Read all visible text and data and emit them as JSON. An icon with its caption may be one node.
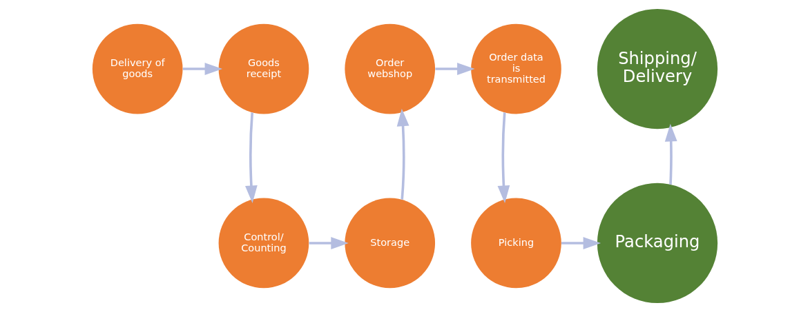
{
  "diagram": {
    "nodes": [
      {
        "text": [
          "Delivery of goods"
        ]
      },
      {
        "text": [
          "Goods receipt"
        ]
      },
      {
        "text": [
          "Control/ Counting"
        ]
      },
      {
        "text": [
          "Storage"
        ]
      },
      {
        "text": [
          "Order webshop"
        ]
      },
      {
        "text": [
          "Order data is transmitted"
        ]
      },
      {
        "text": [
          "Picking"
        ]
      },
      {
        "text": [
          "Packaging"
        ]
      },
      {
        "text": [
          "Shipping/ Delivery"
        ]
      }
    ],
    "edges": [
      {
        "from": 0,
        "to": 1,
        "arrow": "to"
      },
      {
        "from": 1,
        "to": 2,
        "arrow": "to"
      },
      {
        "from": 2,
        "to": 3,
        "arrow": "to"
      },
      {
        "from": 3,
        "to": 4,
        "arrow": "to"
      },
      {
        "from": 4,
        "to": 5,
        "arrow": "to"
      },
      {
        "from": 5,
        "to": 6,
        "arrow": "to"
      },
      {
        "from": 6,
        "to": 7,
        "arrow": "to"
      },
      {
        "from": 7,
        "to": 8,
        "arrow": "to"
      }
    ]
  }
}
